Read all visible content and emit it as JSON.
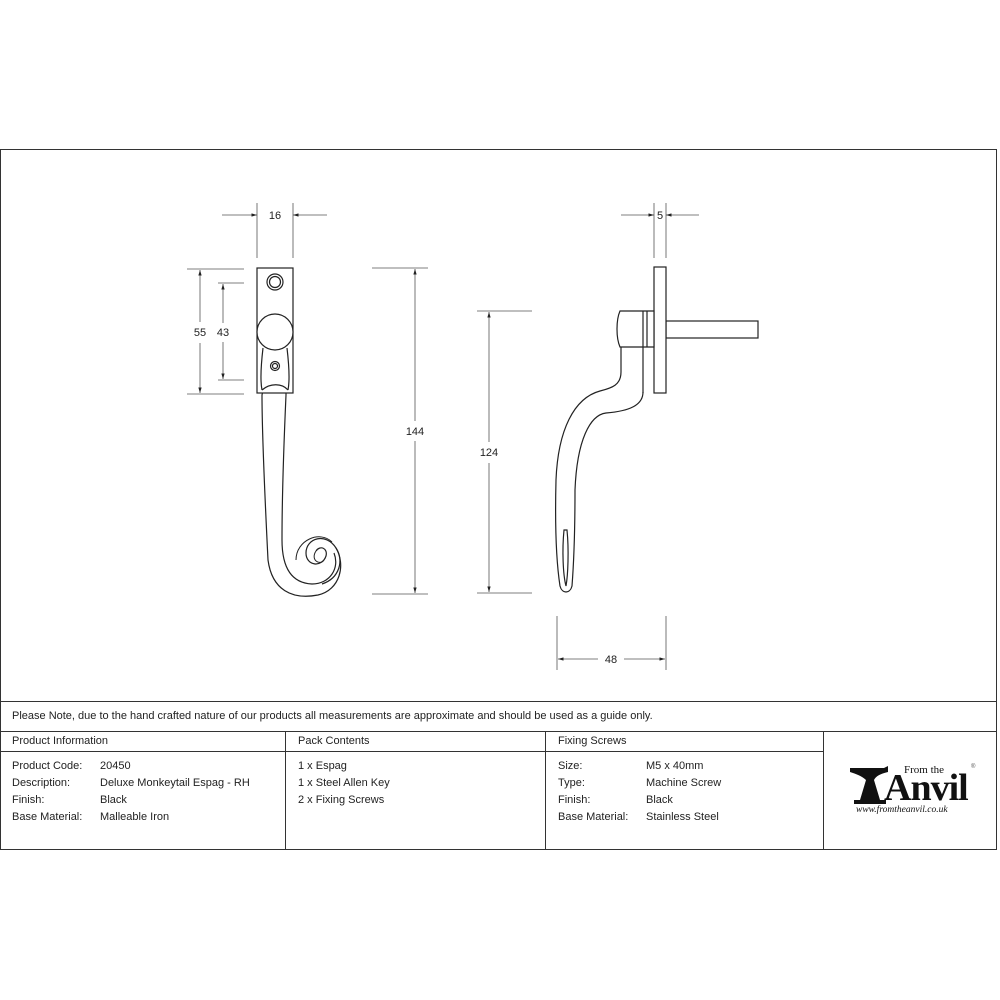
{
  "drawing": {
    "front_view": {
      "dimensions": {
        "width": "16",
        "baseplate_height": "55",
        "hole_centres": "43",
        "overall_height": "144"
      }
    },
    "side_view": {
      "dimensions": {
        "plate_thickness": "5",
        "handle_height": "124",
        "projection": "48"
      }
    }
  },
  "note": "Please Note, due to the hand crafted nature of our products all measurements are approximate and should be used as a guide only.",
  "product_information": {
    "heading": "Product Information",
    "rows": [
      {
        "label": "Product Code:",
        "value": "20450"
      },
      {
        "label": "Description:",
        "value": "Deluxe Monkeytail Espag - RH"
      },
      {
        "label": "Finish:",
        "value": "Black"
      },
      {
        "label": "Base Material:",
        "value": "Malleable Iron"
      }
    ]
  },
  "pack_contents": {
    "heading": "Pack Contents",
    "items": [
      "1 x Espag",
      "1 x Steel Allen Key",
      "2 x Fixing Screws"
    ]
  },
  "fixing_screws": {
    "heading": "Fixing Screws",
    "rows": [
      {
        "label": "Size:",
        "value": "M5 x 40mm"
      },
      {
        "label": "Type:",
        "value": "Machine Screw"
      },
      {
        "label": "Finish:",
        "value": "Black"
      },
      {
        "label": "Base Material:",
        "value": "Stainless Steel"
      }
    ]
  },
  "logo": {
    "from_the": "From the",
    "anvil": "Anvil",
    "registered": "®",
    "url": "www.fromtheanvil.co.uk"
  }
}
